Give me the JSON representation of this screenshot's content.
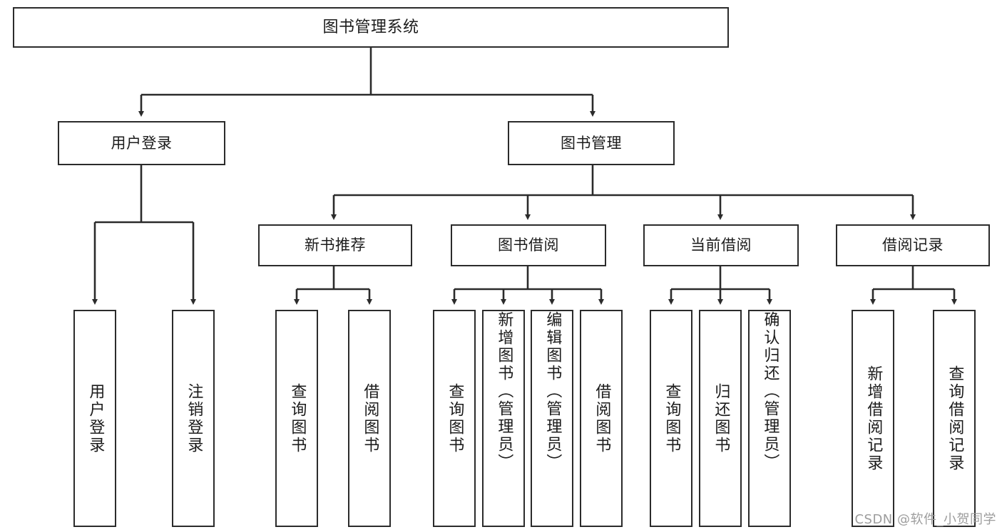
{
  "diagram": {
    "title": "图书管理系统",
    "type": "tree-hierarchy",
    "colors": {
      "box_border": "#2b2b2b",
      "box_fill": "#ffffff",
      "edge": "#2b2b2b",
      "text": "#1b1b1b",
      "watermark": "#9d9d9d",
      "background": "#ffffff"
    }
  },
  "nodes": {
    "root": {
      "label": "图书管理系统"
    },
    "level2": [
      {
        "label": "用户登录"
      },
      {
        "label": "图书管理"
      }
    ],
    "level3": [
      {
        "label": "新书推荐"
      },
      {
        "label": "图书借阅"
      },
      {
        "label": "当前借阅"
      },
      {
        "label": "借阅记录"
      }
    ],
    "leaves": {
      "user_login": [
        {
          "label": "用户登录"
        },
        {
          "label": "注销登录"
        }
      ],
      "new_book_recommend": [
        {
          "label": "查询图书"
        },
        {
          "label": "借阅图书"
        }
      ],
      "book_borrow": [
        {
          "label": "查询图书"
        },
        {
          "label": "新增图书（管理员）"
        },
        {
          "label": "编辑图书（管理员）"
        },
        {
          "label": "借阅图书"
        }
      ],
      "current_borrow": [
        {
          "label": "查询图书"
        },
        {
          "label": "归还图书"
        },
        {
          "label": "确认归还（管理员）"
        }
      ],
      "borrow_record": [
        {
          "label": "新增借阅记录"
        },
        {
          "label": "查询借阅记录"
        }
      ]
    }
  },
  "watermark": {
    "text": "CSDN @软件_小贺同学"
  }
}
